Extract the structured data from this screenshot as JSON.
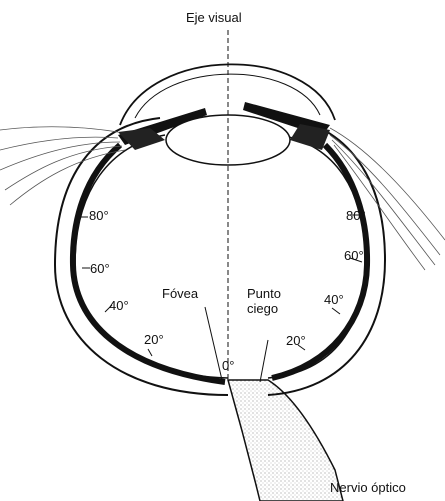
{
  "diagram": {
    "title": "Eje visual",
    "labels": {
      "fovea": "Fóvea",
      "punto_ciego": "Punto\nciego",
      "nervio_optico": "Nervio óptico",
      "zero": "0°",
      "left_80": "80°",
      "left_60": "60°",
      "left_40": "40°",
      "left_20": "20°",
      "right_80": "80°",
      "right_60": "60°",
      "right_40": "40°",
      "right_20": "20°"
    },
    "colors": {
      "ink": "#111111",
      "stipple": "#bdbdbd",
      "background": "#ffffff"
    }
  }
}
